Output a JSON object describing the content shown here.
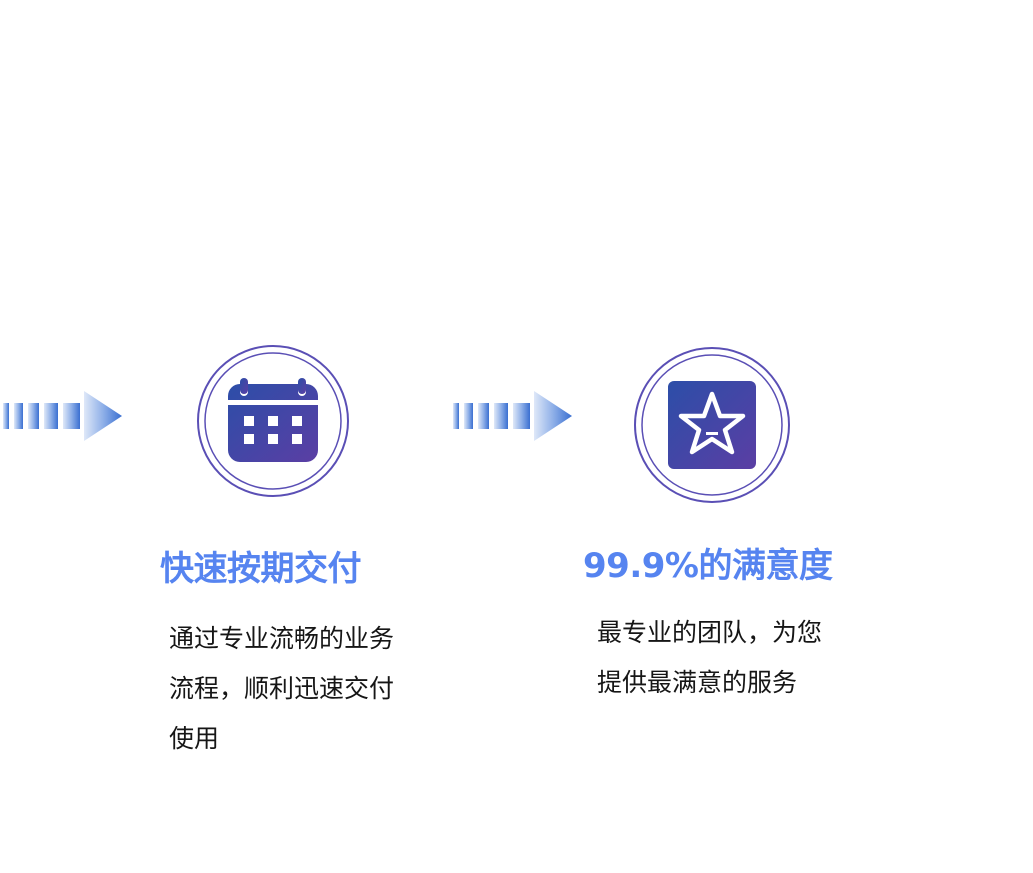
{
  "colors": {
    "title": "#5684f0",
    "text": "#161616",
    "arrow": "#3a6fd1",
    "icon_gradient_start": "#2c4ea8",
    "icon_gradient_end": "#5b3ea4",
    "ring": "#5a4fb5"
  },
  "steps": [
    {
      "icon": "calendar-icon",
      "title": "快速按期交付",
      "description_lines": [
        "通过专业流畅的业务",
        "流程，顺利迅速交付",
        "使用"
      ]
    },
    {
      "icon": "star-icon",
      "title": "99.9%的满意度",
      "description_lines": [
        "最专业的团队，为您",
        "提供最满意的服务"
      ]
    }
  ]
}
